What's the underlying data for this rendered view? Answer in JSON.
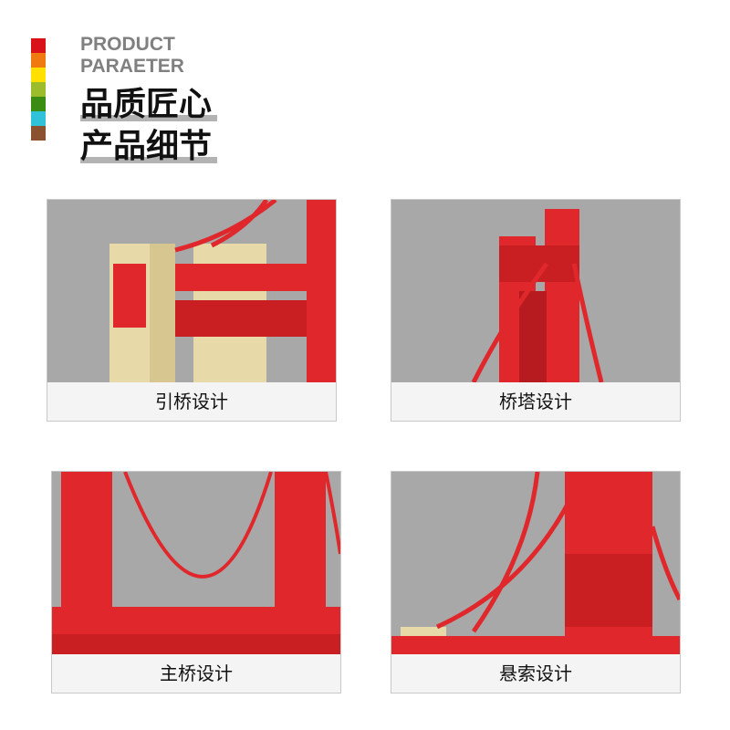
{
  "header": {
    "color_swatches": [
      "#d9111a",
      "#f07a10",
      "#ffe000",
      "#9cbc2c",
      "#3a8c12",
      "#2fc2d8",
      "#8b5230"
    ],
    "title_en_line1": "PRODUCT",
    "title_en_line2": "PARAETER",
    "title_cn_line1": "品质匠心",
    "title_cn_line2": "产品细节"
  },
  "panels": [
    {
      "caption": "引桥设计"
    },
    {
      "caption": "桥塔设计"
    },
    {
      "caption": "主桥设计"
    },
    {
      "caption": "悬索设计"
    }
  ],
  "colors": {
    "bridge_red": "#e0272b",
    "tan": "#e8d9a8",
    "photo_bg": "#a8a8a8"
  }
}
